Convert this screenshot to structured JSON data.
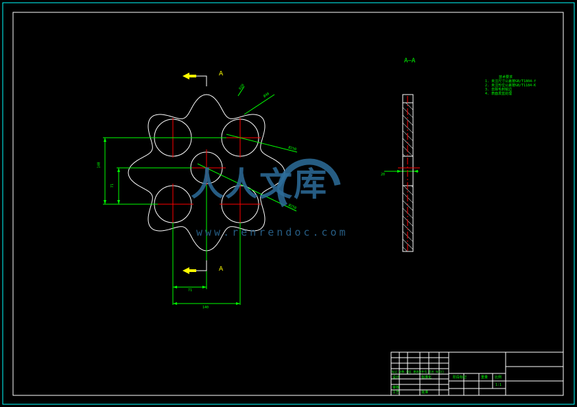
{
  "section_labels": {
    "top_marker": "A",
    "bottom_marker": "A",
    "side_view_title": "A—A"
  },
  "dimensions": {
    "horizontal_71": "71",
    "horizontal_140": "140",
    "vertical_140": "140",
    "vertical_71": "71",
    "diameter_top": "Ø40",
    "radius_top": "R20",
    "diameter_right_1": "Ø250",
    "diameter_right_2": "Ø250",
    "thickness": "20"
  },
  "technical_requirements": {
    "title": "技术要求",
    "lines": [
      "1. 未注尺寸公差按GB/T1804-f",
      "2. 未注形位公差按GB/T1184-K",
      "3. 去除毛刺锐边",
      "4. 表面发蓝处理"
    ]
  },
  "title_block": {
    "rows": [
      "标记 处数 分区 更改文件号 签名 年月日",
      "设计",
      "审核",
      "工艺"
    ],
    "labels": [
      "标准化",
      "阶段标记",
      "重量",
      "比例",
      "批准"
    ],
    "scale": "1:1"
  },
  "watermark": {
    "text": "人人文库",
    "url": "www.renrendoc.com"
  },
  "colors": {
    "background": "#000000",
    "outline": "#ffffff",
    "centerline": "#ff0000",
    "dimension": "#00ff00",
    "section_marker": "#ffff00",
    "frame": "#00ffff",
    "watermark": "#2d6d9a"
  }
}
